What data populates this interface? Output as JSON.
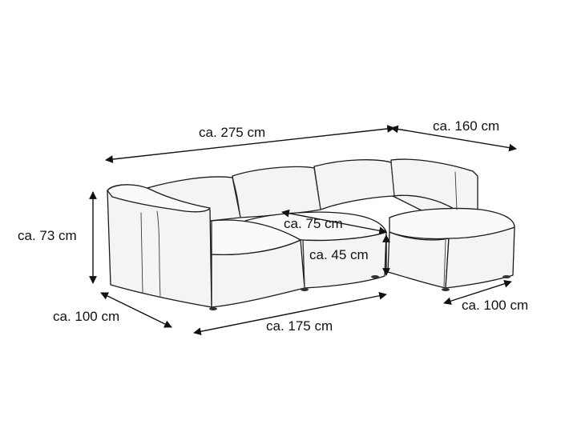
{
  "image": {
    "subject": "Modular sofa with ottoman line drawing",
    "colors": {
      "line": "#1a1a1a",
      "fill": "#f4f4f4",
      "background": "#ffffff",
      "text": "#111111"
    }
  },
  "dimensions": {
    "total_width": "ca. 275 cm",
    "ottoman_depth_total": "ca. 160 cm",
    "height": "ca. 73 cm",
    "depth": "ca. 100 cm",
    "seat_width": "ca. 175 cm",
    "seat_depth": "ca. 75 cm",
    "seat_height": "ca. 45 cm",
    "ottoman_width": "ca. 100 cm"
  }
}
